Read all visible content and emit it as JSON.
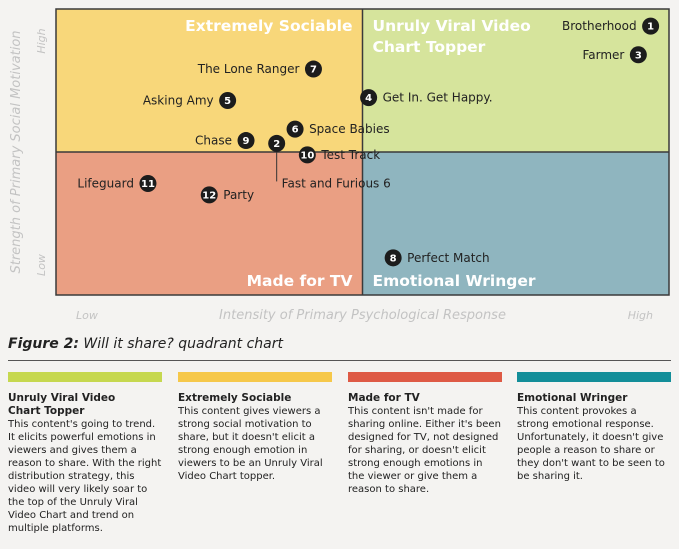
{
  "chart_data": {
    "type": "scatter",
    "title": "",
    "xlabel": "Intensity of Primary Psychological Response",
    "ylabel": "Strength of Primary Social Motivation",
    "x_ticks": {
      "low": "Low",
      "high": "High"
    },
    "y_ticks": {
      "low": "Low",
      "high": "High"
    },
    "xlim": [
      0,
      100
    ],
    "ylim": [
      0,
      100
    ],
    "quadrants": [
      {
        "id": "top-left",
        "label_lines": [
          "Extremely Sociable"
        ],
        "color": "#f8d77a"
      },
      {
        "id": "top-right",
        "label_lines": [
          "Unruly Viral Video",
          "Chart Topper"
        ],
        "color": "#d6e49c"
      },
      {
        "id": "bottom-left",
        "label_lines": [
          "Made for TV"
        ],
        "color": "#ea9f83"
      },
      {
        "id": "bottom-right",
        "label_lines": [
          "Emotional Wringer"
        ],
        "color": "#8fb5bf"
      }
    ],
    "points": [
      {
        "n": "1",
        "label": "Brotherhood",
        "x": 97,
        "y": 94,
        "side": "left"
      },
      {
        "n": "3",
        "label": "Farmer",
        "x": 95,
        "y": 84,
        "side": "left"
      },
      {
        "n": "7",
        "label": "The Lone Ranger",
        "x": 42,
        "y": 79,
        "side": "left"
      },
      {
        "n": "4",
        "label": "Get In. Get Happy.",
        "x": 51,
        "y": 69,
        "side": "right"
      },
      {
        "n": "5",
        "label": "Asking Amy",
        "x": 28,
        "y": 68,
        "side": "left"
      },
      {
        "n": "6",
        "label": "Space Babies",
        "x": 39,
        "y": 58,
        "side": "right"
      },
      {
        "n": "9",
        "label": "Chase",
        "x": 31,
        "y": 54,
        "side": "left"
      },
      {
        "n": "2",
        "label": "Fast and Furious 6",
        "x": 36,
        "y": 53,
        "side": "below"
      },
      {
        "n": "10",
        "label": "Test Track",
        "x": 41,
        "y": 49,
        "side": "right"
      },
      {
        "n": "11",
        "label": "Lifeguard",
        "x": 15,
        "y": 39,
        "side": "left"
      },
      {
        "n": "12",
        "label": "Party",
        "x": 25,
        "y": 35,
        "side": "right"
      },
      {
        "n": "8",
        "label": "Perfect Match",
        "x": 55,
        "y": 13,
        "side": "right"
      }
    ]
  },
  "caption": {
    "bold": "Figure 2:",
    "text": " Will it share? quadrant chart"
  },
  "legend": [
    {
      "title_lines": [
        "Unruly Viral Video",
        "Chart Topper"
      ],
      "color": "#c6d84f",
      "desc": "This content's going to trend. It elicits powerful emotions in viewers and gives them a reason to share. With the right distribution strategy, this video will very likely soar to the top of the Unruly Viral Video Chart and trend on multiple platforms."
    },
    {
      "title_lines": [
        "Extremely Sociable"
      ],
      "color": "#f6c84a",
      "desc": "This content gives viewers a strong social motivation to share, but it doesn't elicit a strong enough emotion in viewers to be an Unruly Viral Video Chart topper."
    },
    {
      "title_lines": [
        "Made for TV"
      ],
      "color": "#de5a45",
      "desc": "This content isn't made for sharing online. Either it's been designed for TV, not designed for sharing, or doesn't elicit strong enough emotions in the viewer or give them a reason to share."
    },
    {
      "title_lines": [
        "Emotional Wringer"
      ],
      "color": "#138e99",
      "desc": "This content provokes a strong emotional response. Unfortunately, it doesn't give people a reason to share or they don't want to be seen to be sharing it."
    }
  ]
}
